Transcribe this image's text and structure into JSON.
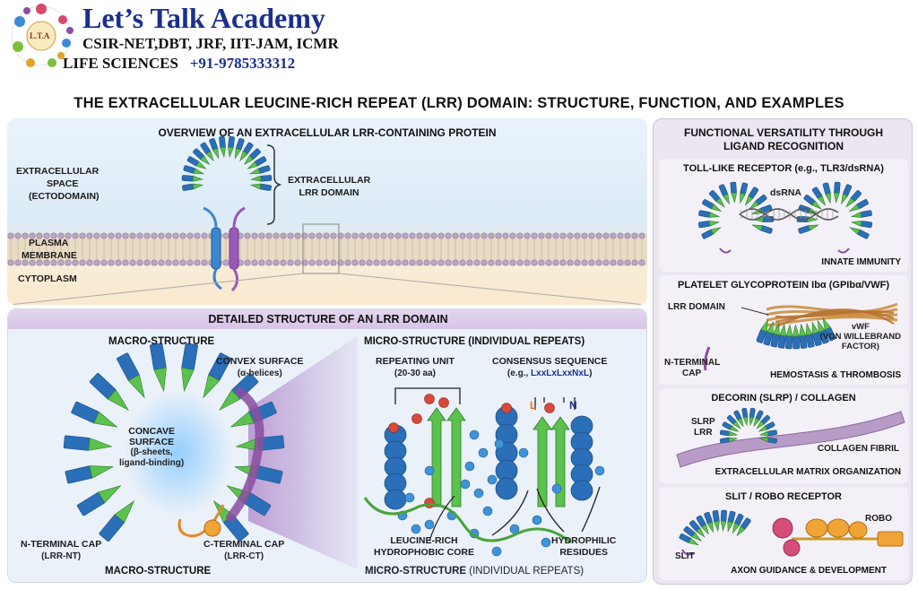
{
  "brand": {
    "name": "Let’s Talk Academy",
    "exams": "CSIR-NET,DBT, JRF, IIT-JAM, ICMR",
    "field": "LIFE SCIENCES",
    "phone": "+91-9785333312",
    "logo_text": "L.T.A"
  },
  "title": "THE EXTRACELLULAR LEUCINE-RICH REPEAT (LRR) DOMAIN: STRUCTURE, FUNCTION, AND EXAMPLES",
  "overview": {
    "heading": "OVERVIEW OF AN EXTRACELLULAR LRR-CONTAINING PROTEIN",
    "extracellular": [
      "EXTRACELLULAR",
      "SPACE",
      "(ECTODOMAIN)"
    ],
    "lrr_domain": [
      "EXTRACELLULAR",
      "LRR DOMAIN"
    ],
    "membrane": [
      "PLASMA",
      "MEMBRANE"
    ],
    "cytoplasm": "CYTOPLASM"
  },
  "detail": {
    "heading": "DETAILED STRUCTURE OF AN LRR DOMAIN",
    "macro_heading": "MACRO-STRUCTURE",
    "convex": [
      "CONVEX SURFACE",
      "(α-helices)"
    ],
    "concave": [
      "CONCAVE",
      "SURFACE",
      "(β-sheets,",
      "ligand-binding)"
    ],
    "n_cap": [
      "N-TERMINAL CAP",
      "(LRR-NT)"
    ],
    "c_cap": [
      "C-TERMINAL CAP",
      "(LRR-CT)"
    ],
    "macro_footer": "MACRO-STRUCTURE",
    "micro_heading": "MICRO-STRUCTURE (INDIVIDUAL REPEATS)",
    "repeating_unit": [
      "REPEATING UNIT",
      "(20-30 aa)"
    ],
    "consensus": [
      "CONSENSUS SEQUENCE",
      "(e.g., ",
      "LxxLxLxxNxL",
      ")"
    ],
    "consensus_L": "L",
    "consensus_N": "N",
    "core": [
      "LEUCINE-RICH",
      "HYDROPHOBIC CORE"
    ],
    "hydrophilic": [
      "HYDROPHILIC",
      "RESIDUES"
    ],
    "micro_footer_bold": "MICRO-STRUCTURE",
    "micro_footer_rest": " (INDIVIDUAL REPEATS)"
  },
  "functions": {
    "heading": [
      "FUNCTIONAL VERSATILITY THROUGH",
      "LIGAND RECOGNITION"
    ],
    "tlr": {
      "title": "TOLL-LIKE RECEPTOR (e.g., TLR3/dsRNA)",
      "ligand": "dsRNA",
      "footer": "INNATE IMMUNITY"
    },
    "gp": {
      "title": "PLATELET GLYCOPROTEIN Ibα (GPIbα/VWF)",
      "lrr": "LRR DOMAIN",
      "vwf": [
        "vWF",
        "(VON WILLEBRAND",
        "FACTOR)"
      ],
      "ncap": [
        "N-TERMINAL",
        "CAP"
      ],
      "footer": "HEMOSTASIS & THROMBOSIS"
    },
    "decorin": {
      "title": "DECORIN (SLRP) / COLLAGEN",
      "slrp": [
        "SLRP",
        "LRR"
      ],
      "fibril": "COLLAGEN FIBRIL",
      "footer": "EXTRACELLULAR MATRIX ORGANIZATION"
    },
    "slit": {
      "title": "SLIT / ROBO RECEPTOR",
      "robo": "ROBO",
      "slit": "SLIT",
      "footer": "AXON GUIDANCE & DEVELOPMENT"
    }
  },
  "colors": {
    "helix": "#2a6fb8",
    "strand": "#5cc24e",
    "cap": "#8a4ea0",
    "membrane": "#b9a6c9",
    "navy": "#1c2f8f"
  }
}
